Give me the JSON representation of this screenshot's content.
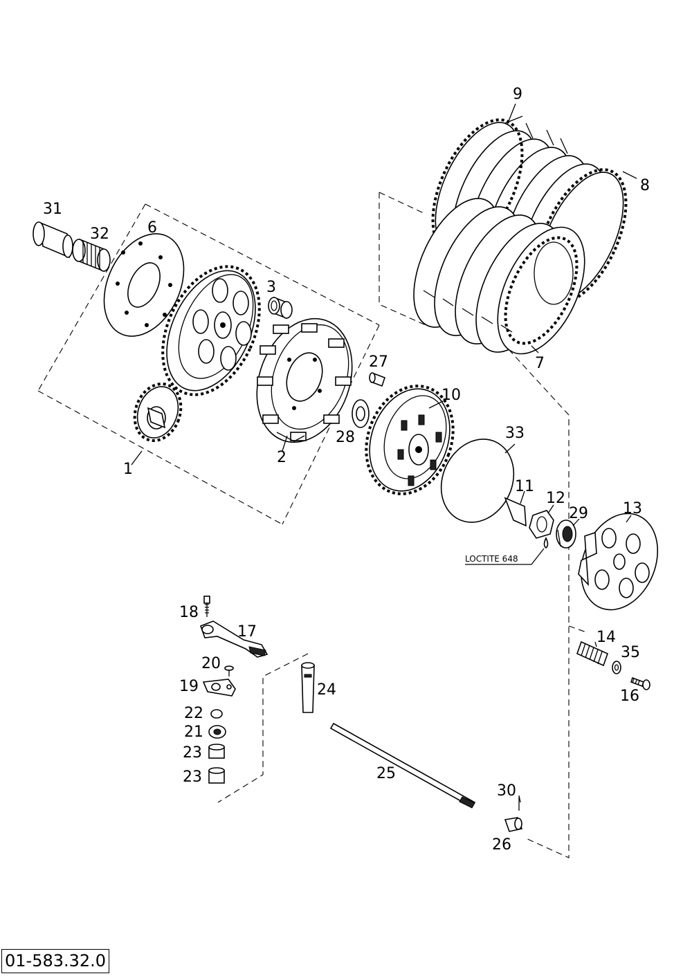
{
  "diagram": {
    "code": "01-583.32.0",
    "note": "LOCTITE 648",
    "callouts": [
      {
        "id": "c1",
        "text": "1"
      },
      {
        "id": "c2",
        "text": "2"
      },
      {
        "id": "c3",
        "text": "3"
      },
      {
        "id": "c6",
        "text": "6"
      },
      {
        "id": "c7",
        "text": "7"
      },
      {
        "id": "c8",
        "text": "8"
      },
      {
        "id": "c9",
        "text": "9"
      },
      {
        "id": "c10",
        "text": "10"
      },
      {
        "id": "c11",
        "text": "11"
      },
      {
        "id": "c12",
        "text": "12"
      },
      {
        "id": "c13",
        "text": "13"
      },
      {
        "id": "c14",
        "text": "14"
      },
      {
        "id": "c16",
        "text": "16"
      },
      {
        "id": "c17",
        "text": "17"
      },
      {
        "id": "c18",
        "text": "18"
      },
      {
        "id": "c19",
        "text": "19"
      },
      {
        "id": "c20",
        "text": "20"
      },
      {
        "id": "c21",
        "text": "21"
      },
      {
        "id": "c22",
        "text": "22"
      },
      {
        "id": "c23a",
        "text": "23"
      },
      {
        "id": "c23b",
        "text": "23"
      },
      {
        "id": "c24",
        "text": "24"
      },
      {
        "id": "c25",
        "text": "25"
      },
      {
        "id": "c26",
        "text": "26"
      },
      {
        "id": "c27",
        "text": "27"
      },
      {
        "id": "c28",
        "text": "28"
      },
      {
        "id": "c29",
        "text": "29"
      },
      {
        "id": "c30",
        "text": "30"
      },
      {
        "id": "c31",
        "text": "31"
      },
      {
        "id": "c32",
        "text": "32"
      },
      {
        "id": "c33",
        "text": "33"
      },
      {
        "id": "c35",
        "text": "35"
      }
    ]
  }
}
